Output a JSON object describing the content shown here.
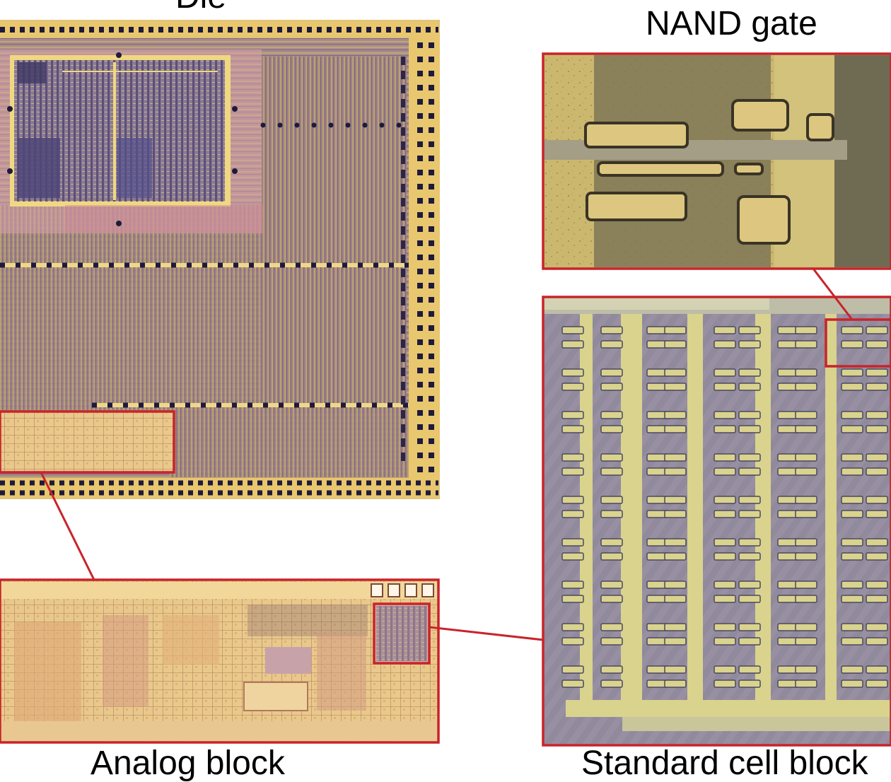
{
  "labels": {
    "die": "Die",
    "nand": "NAND gate",
    "analog": "Analog block",
    "standard": "Standard cell block"
  },
  "colors": {
    "highlight_box": "#c8242a",
    "die_base": "#b8a08a",
    "die_border_glow": "#e6c474",
    "bond_dot": "#1e1a3c",
    "gold_metal": "#e8c870",
    "analog_base": "#e8c486",
    "cell_grey": "#8f8a9a",
    "cell_yellow": "#d9d38e",
    "nand_bg": "#c9b76e",
    "nand_dark": "#7f7556"
  },
  "icons": [
    "die-photograph",
    "analog-block-photograph",
    "standard-cell-photograph",
    "nand-gate-photograph"
  ]
}
